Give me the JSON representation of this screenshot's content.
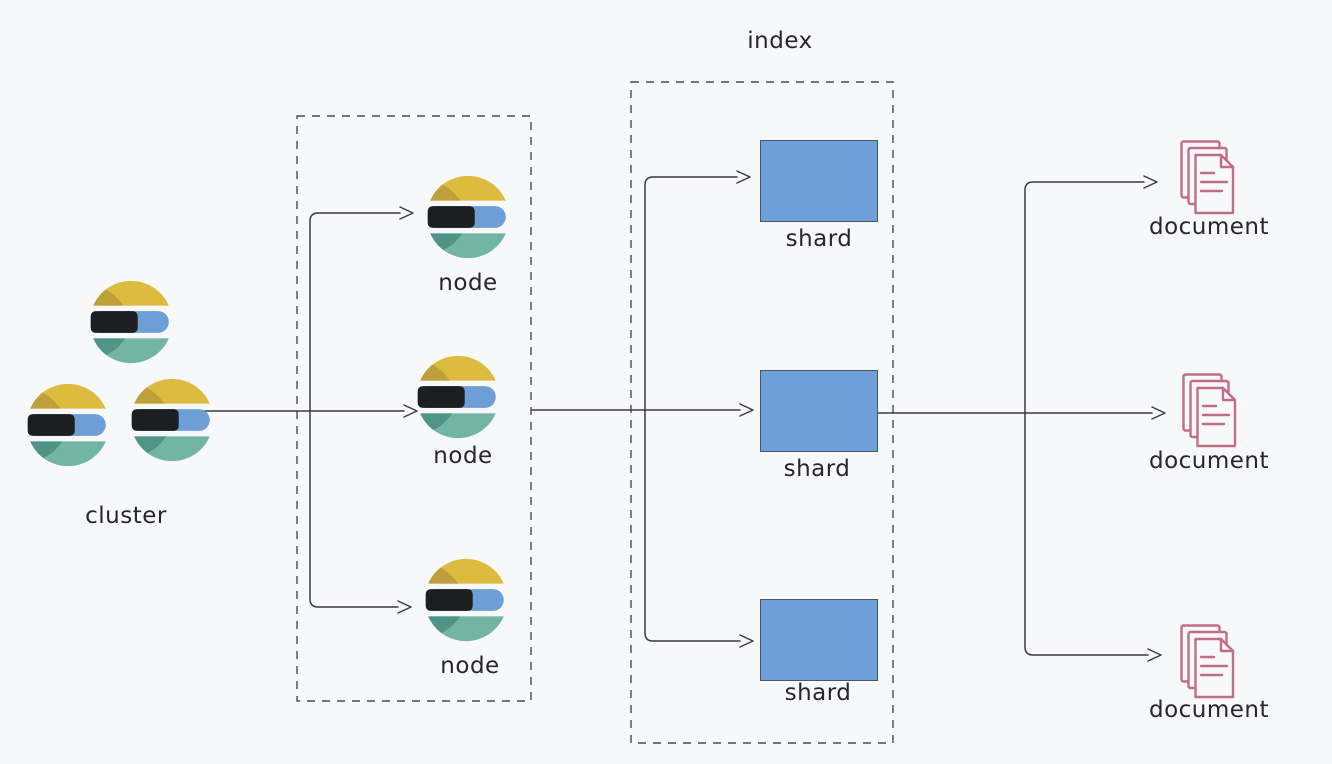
{
  "colors": {
    "background": "#f7f8fa",
    "line": "#3b3b40",
    "text": "#26262b",
    "dashed_border": "#4b4b50",
    "shard_fill": "#6fa0da",
    "shard_border": "#44586c",
    "document_stroke": "#c16d85",
    "es_yellow": "#ddbb3e",
    "es_yellow_dark": "#bda03a",
    "es_black": "#1d1e21",
    "es_blue": "#6d9fd6",
    "es_teal": "#72b5a4",
    "es_teal_dark": "#4f9486"
  },
  "icons": {
    "cluster_icon": "elasticsearch-logo",
    "node_icon": "elasticsearch-logo",
    "document_icon": "stacked-pages"
  },
  "cluster": {
    "label": "cluster",
    "logo_count": 3
  },
  "node_box": {
    "nodes": [
      {
        "label": "node"
      },
      {
        "label": "node"
      },
      {
        "label": "node"
      }
    ]
  },
  "index_box": {
    "label": "index",
    "shards": [
      {
        "label": "shard"
      },
      {
        "label": "shard"
      },
      {
        "label": "shard"
      }
    ]
  },
  "documents": [
    {
      "label": "document"
    },
    {
      "label": "document"
    },
    {
      "label": "document"
    }
  ]
}
